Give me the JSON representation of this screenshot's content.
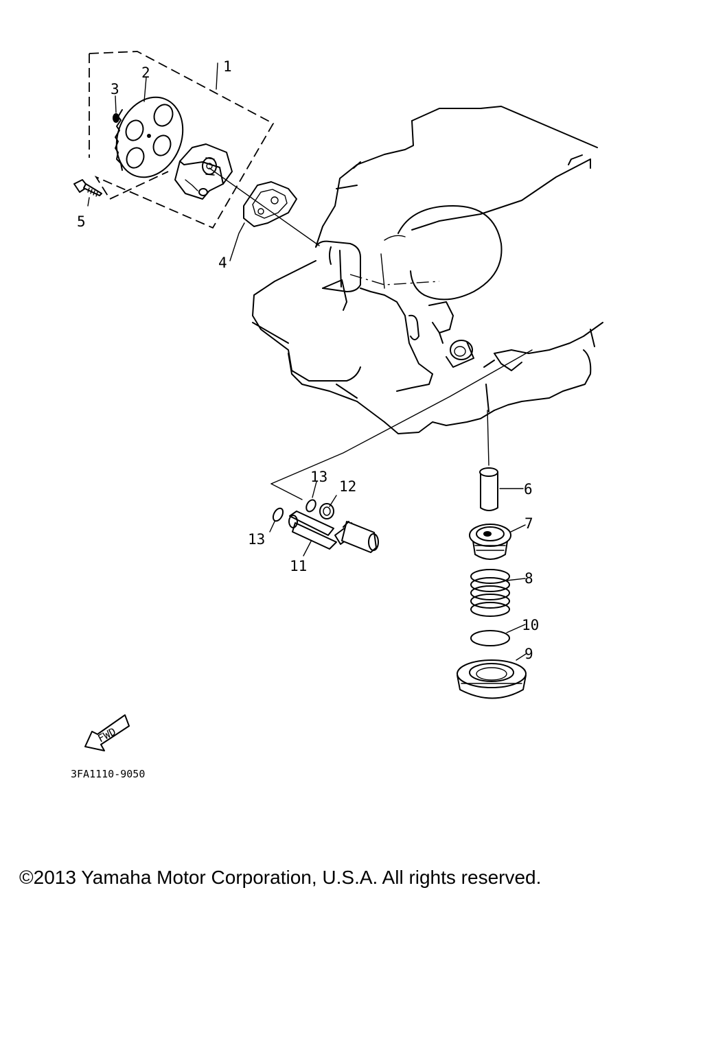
{
  "diagram": {
    "callouts": [
      {
        "id": "1",
        "label": "1"
      },
      {
        "id": "2",
        "label": "2"
      },
      {
        "id": "3",
        "label": "3"
      },
      {
        "id": "4",
        "label": "4"
      },
      {
        "id": "5",
        "label": "5"
      },
      {
        "id": "6",
        "label": "6"
      },
      {
        "id": "7",
        "label": "7"
      },
      {
        "id": "8",
        "label": "8"
      },
      {
        "id": "9",
        "label": "9"
      },
      {
        "id": "10",
        "label": "10"
      },
      {
        "id": "11",
        "label": "11"
      },
      {
        "id": "12",
        "label": "12"
      },
      {
        "id": "13a",
        "label": "13"
      },
      {
        "id": "13b",
        "label": "13"
      }
    ],
    "fwd_label": "FWD",
    "diagram_code": "3FA1110-9050"
  },
  "footer": {
    "copyright": "©2013 Yamaha Motor Corporation, U.S.A. All rights reserved."
  }
}
